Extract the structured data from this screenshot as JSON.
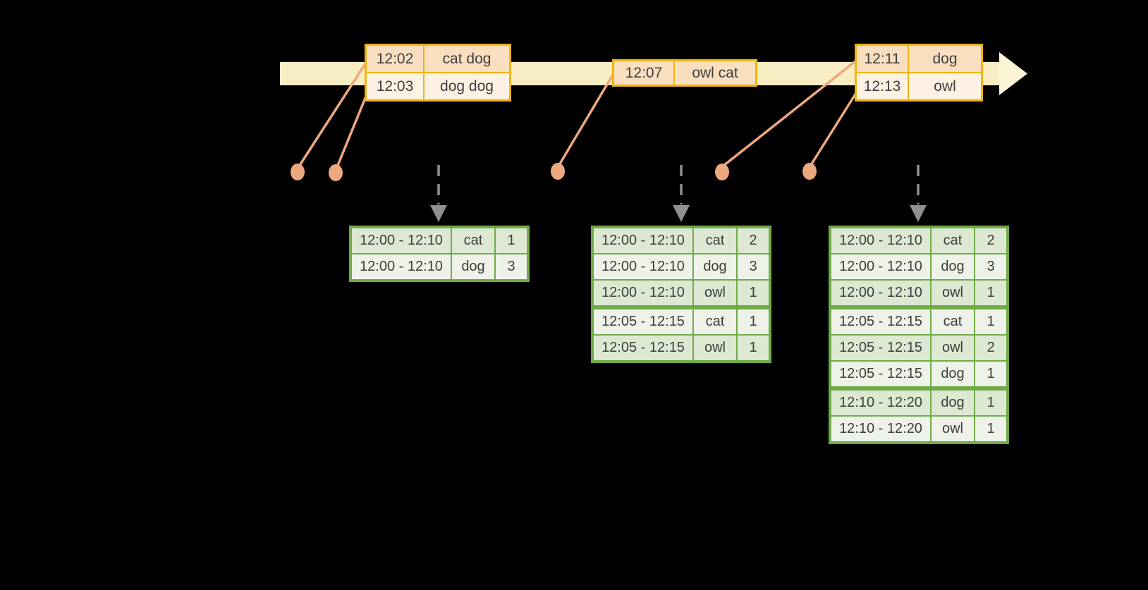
{
  "colors": {
    "background": "#000000",
    "timeline_band": "#f9edc4",
    "timeline_arrowhead": "#fdf5d8",
    "event_table_border": "#f0b411",
    "event_cell_dark": "#f9dfc0",
    "event_cell_light": "#fdf2e3",
    "connector_salmon": "#eda87f",
    "trigger_arrow_gray": "#8f8f8f",
    "result_table_border": "#6fac49",
    "result_cell_dark": "#dde8d2",
    "result_cell_light": "#eef2e9",
    "table_text": "#3e3e3e"
  },
  "icons": {
    "timeline_arrow": "right-arrow",
    "event_marker": "dot",
    "trigger": "dashed-down-arrow"
  },
  "timeline": {
    "event_groups": [
      {
        "events": [
          {
            "time": "12:02",
            "words": "cat dog"
          },
          {
            "time": "12:03",
            "words": "dog dog"
          }
        ]
      },
      {
        "events": [
          {
            "time": "12:07",
            "words": "owl cat"
          }
        ]
      },
      {
        "events": [
          {
            "time": "12:11",
            "words": "dog"
          },
          {
            "time": "12:13",
            "words": "owl"
          }
        ]
      }
    ]
  },
  "result_tables": [
    {
      "rows": [
        {
          "window": "12:00 - 12:10",
          "word": "cat",
          "count": "1"
        },
        {
          "window": "12:00 - 12:10",
          "word": "dog",
          "count": "3"
        }
      ]
    },
    {
      "rows": [
        {
          "window": "12:00 - 12:10",
          "word": "cat",
          "count": "2"
        },
        {
          "window": "12:00 - 12:10",
          "word": "dog",
          "count": "3"
        },
        {
          "window": "12:00 - 12:10",
          "word": "owl",
          "count": "1"
        },
        {
          "window": "12:05 - 12:15",
          "word": "cat",
          "count": "1"
        },
        {
          "window": "12:05 - 12:15",
          "word": "owl",
          "count": "1"
        }
      ]
    },
    {
      "rows": [
        {
          "window": "12:00 - 12:10",
          "word": "cat",
          "count": "2"
        },
        {
          "window": "12:00 - 12:10",
          "word": "dog",
          "count": "3"
        },
        {
          "window": "12:00 - 12:10",
          "word": "owl",
          "count": "1"
        },
        {
          "window": "12:05 - 12:15",
          "word": "cat",
          "count": "1"
        },
        {
          "window": "12:05 - 12:15",
          "word": "owl",
          "count": "2"
        },
        {
          "window": "12:05 - 12:15",
          "word": "dog",
          "count": "1"
        },
        {
          "window": "12:10 - 12:20",
          "word": "dog",
          "count": "1"
        },
        {
          "window": "12:10 - 12:20",
          "word": "owl",
          "count": "1"
        }
      ]
    }
  ]
}
